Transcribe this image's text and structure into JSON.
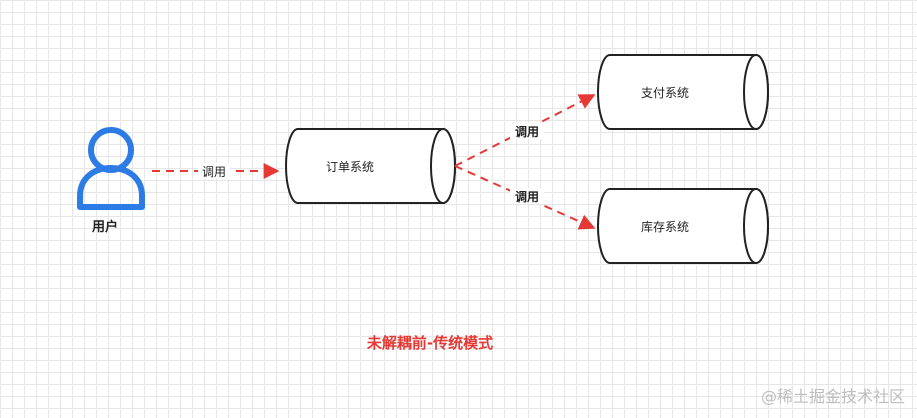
{
  "diagram": {
    "user": {
      "label": "用户"
    },
    "nodes": {
      "order": {
        "label": "订单系统"
      },
      "payment": {
        "label": "支付系统"
      },
      "inventory": {
        "label": "库存系统"
      }
    },
    "edges": {
      "user_to_order": {
        "label": "调用"
      },
      "order_to_payment": {
        "label": "调用"
      },
      "order_to_inventory": {
        "label": "调用"
      }
    },
    "caption": "未解耦前-传统模式",
    "colors": {
      "user_icon": "#2d7be5",
      "edge": "#e53935",
      "node_stroke": "#222222",
      "caption": "#e53935"
    }
  },
  "watermark": "@稀土掘金技术社区"
}
